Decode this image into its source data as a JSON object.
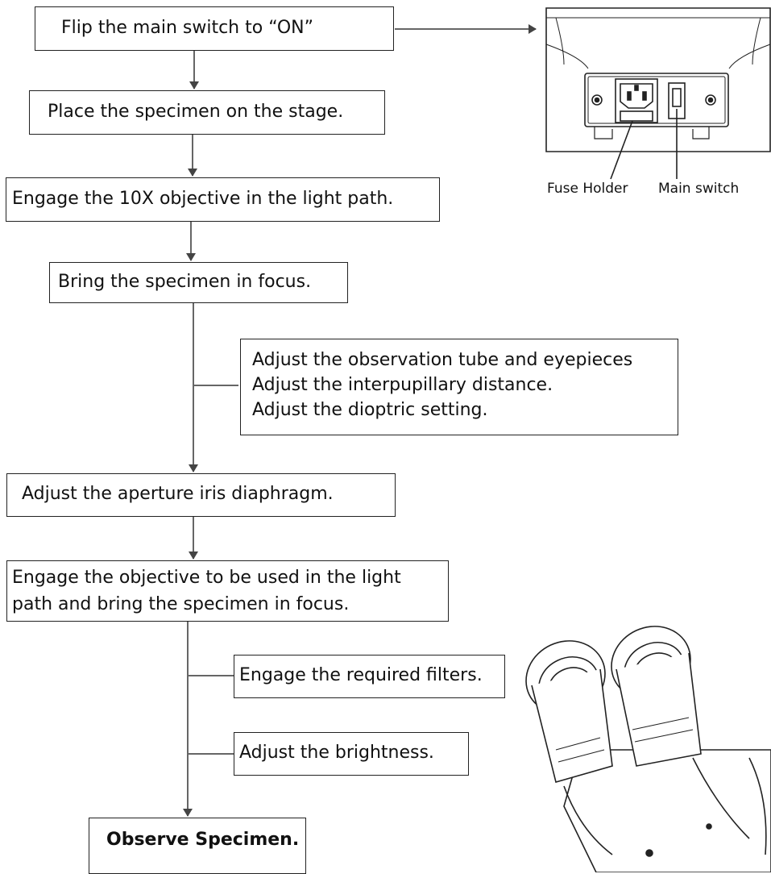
{
  "steps": {
    "switch_on": "Flip the main switch to “ON”",
    "place_specimen": "Place the specimen on the stage.",
    "engage_10x": "Engage the 10X objective in the light path.",
    "focus": "Bring the specimen in focus.",
    "adjust_tube": "Adjust the observation tube and eyepieces",
    "adjust_ipd": "Adjust the interpupillary distance.",
    "adjust_dioptric": "Adjust the dioptric setting.",
    "adjust_aperture": "Adjust the aperture iris diaphragm.",
    "engage_objective_1": "Engage the objective to be used in the light",
    "engage_objective_2": "path and bring the specimen in focus.",
    "engage_filters": "Engage the required filters.",
    "adjust_brightness": "Adjust the brightness.",
    "observe": "Observe Specimen."
  },
  "illustration_labels": {
    "fuse_holder": "Fuse Holder",
    "main_switch": "Main switch"
  }
}
